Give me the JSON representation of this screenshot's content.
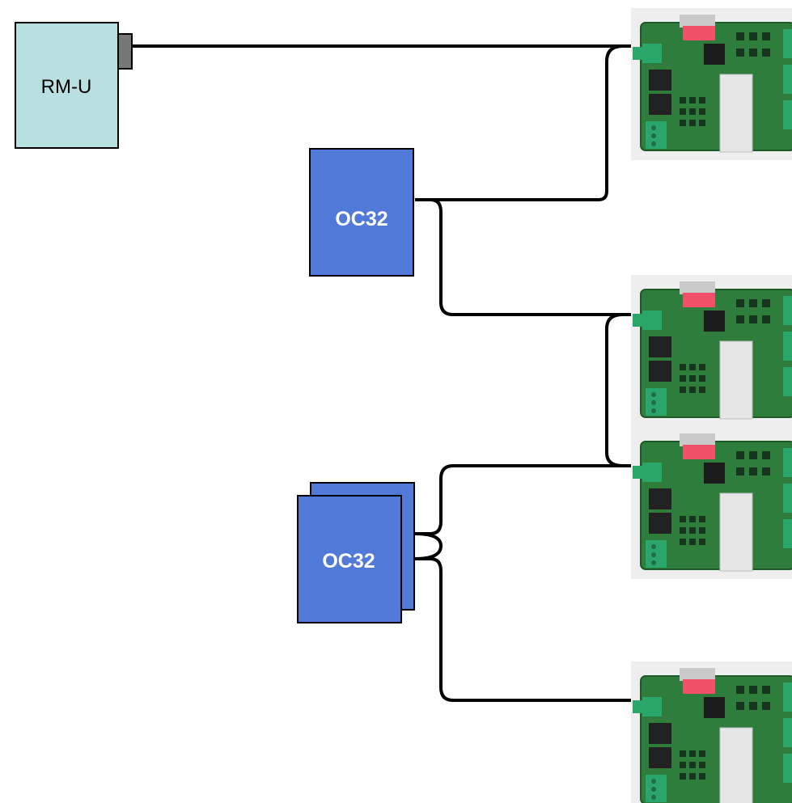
{
  "diagram": {
    "rmu_label": "RM-U",
    "oc32_top_label": "OC32",
    "oc32_bottom_label": "OC32",
    "colors": {
      "rmu_fill": "#b9e0e0",
      "rmu_connector": "#777777",
      "oc32_fill": "#5079d8",
      "wire": "#000000",
      "pcb": "#2f7d3c",
      "terminal": "#2aa66a",
      "dip_switch": "#f0506a",
      "heatsink": "#e6e6e6"
    },
    "icons": {
      "board": "circuit-board-photo"
    }
  }
}
